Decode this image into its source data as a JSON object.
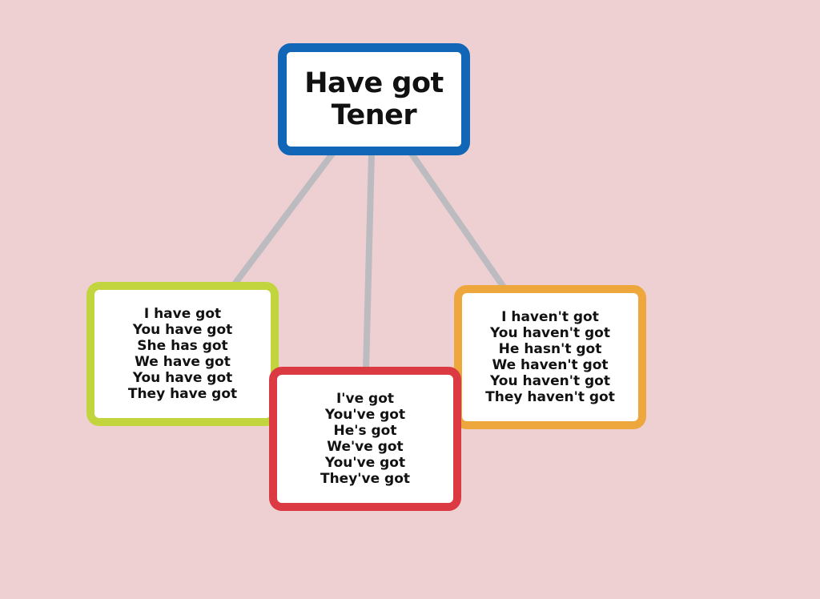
{
  "colors": {
    "background": "#eed0d3",
    "root_border": "#1166b8",
    "affirmative_border": "#c2d53e",
    "contracted_border": "#dc3a42",
    "negative_border": "#eea73d",
    "connector": "#bcbcc0"
  },
  "root": {
    "line1": "Have got",
    "line2": "Tener"
  },
  "affirmative": {
    "lines": [
      "I have got",
      "You have got",
      "She has got",
      "We have got",
      "You have got",
      "They have got"
    ]
  },
  "contracted": {
    "lines": [
      "I've got",
      "You've got",
      "He's got",
      "We've got",
      "You've got",
      "They've got"
    ]
  },
  "negative": {
    "lines": [
      "I haven't got",
      "You haven't got",
      "He hasn't got",
      "We haven't got",
      "You haven't got",
      "They haven't got"
    ]
  }
}
